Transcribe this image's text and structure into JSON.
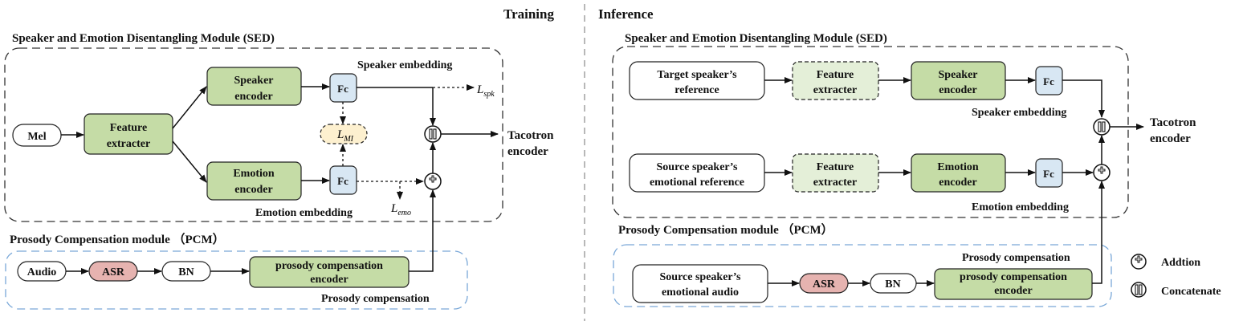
{
  "header": {
    "training": "Training",
    "inference": "Inference"
  },
  "training": {
    "sed_title": "Speaker and Emotion Disentangling Module (SED)",
    "mel": "Mel",
    "feature_extracter_l1": "Feature",
    "feature_extracter_l2": "extracter",
    "speaker_encoder_l1": "Speaker",
    "speaker_encoder_l2": "encoder",
    "emotion_encoder_l1": "Emotion",
    "emotion_encoder_l2": "encoder",
    "fc_top": "Fc",
    "fc_bottom": "Fc",
    "speaker_embedding": "Speaker embedding",
    "emotion_embedding": "Emotion embedding",
    "loss_spk": "L",
    "loss_spk_sub": "spk",
    "loss_mi": "L",
    "loss_mi_sub": "MI",
    "loss_emo": "L",
    "loss_emo_sub": "emo",
    "tacotron_l1": "Tacotron",
    "tacotron_l2": "encoder",
    "pcm_title": "Prosody Compensation module （PCM）",
    "audio": "Audio",
    "asr": "ASR",
    "bn": "BN",
    "pce_l1": "prosody compensation",
    "pce_l2": "encoder",
    "prosody_compensation": "Prosody compensation"
  },
  "inference": {
    "sed_title": "Speaker and Emotion Disentangling Module (SED)",
    "target_ref_l1": "Target speaker’s",
    "target_ref_l2": "reference",
    "feature_extracter_top_l1": "Feature",
    "feature_extracter_top_l2": "extracter",
    "speaker_encoder_l1": "Speaker",
    "speaker_encoder_l2": "encoder",
    "fc_top": "Fc",
    "speaker_embedding": "Speaker embedding",
    "source_ref_l1": "Source speaker’s",
    "source_ref_l2": "emotional reference",
    "feature_extracter_bottom_l1": "Feature",
    "feature_extracter_bottom_l2": "extracter",
    "emotion_encoder_l1": "Emotion",
    "emotion_encoder_l2": "encoder",
    "fc_bottom": "Fc",
    "emotion_embedding": "Emotion embedding",
    "tacotron_l1": "Tacotron",
    "tacotron_l2": "encoder",
    "pcm_title": "Prosody Compensation module （PCM）",
    "source_audio_l1": "Source speaker’s",
    "source_audio_l2": "emotional audio",
    "asr": "ASR",
    "bn": "BN",
    "pce_l1": "prosody compensation",
    "pce_l2": "encoder",
    "prosody_compensation": "Prosody compensation"
  },
  "legend": {
    "addition": "Addtion",
    "concatenate": "Concatenate"
  }
}
